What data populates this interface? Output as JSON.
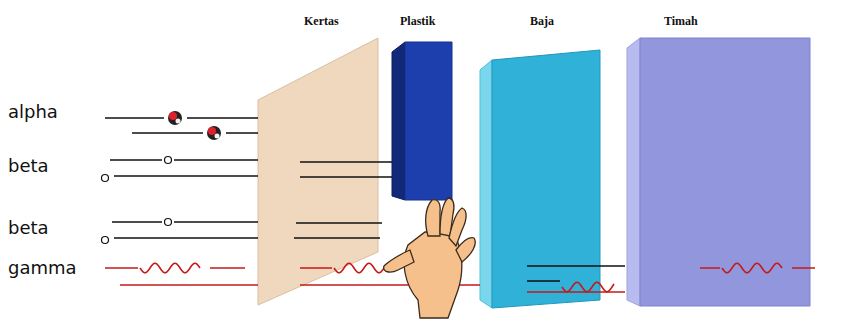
{
  "diagram": {
    "nodes": [
      {
        "text": [
          "Kertas"
        ]
      },
      {
        "text": [
          "Plastik"
        ]
      },
      {
        "text": [
          "Baja"
        ]
      },
      {
        "text": [
          "Timah"
        ]
      }
    ],
    "labels": [
      "alpha",
      "beta",
      "beta",
      "gamma"
    ]
  }
}
